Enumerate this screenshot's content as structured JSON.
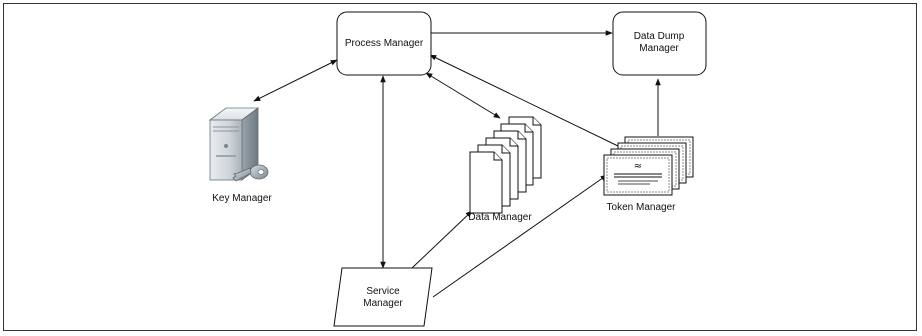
{
  "diagram": {
    "nodes": {
      "process_manager": "Process Manager",
      "data_dump_manager_line1": "Data Dump",
      "data_dump_manager_line2": "Manager",
      "key_manager": "Key Manager",
      "data_manager": "Data Manager",
      "token_manager": "Token Manager",
      "service_manager_line1": "Service",
      "service_manager_line2": "Manager"
    },
    "edges": [
      {
        "from": "Process Manager",
        "to": "Data Dump Manager",
        "direction": "one-way"
      },
      {
        "from": "Process Manager",
        "to": "Key Manager",
        "direction": "two-way"
      },
      {
        "from": "Process Manager",
        "to": "Service Manager",
        "direction": "two-way"
      },
      {
        "from": "Process Manager",
        "to": "Data Manager",
        "direction": "two-way"
      },
      {
        "from": "Token Manager",
        "to": "Process Manager",
        "direction": "one-way"
      },
      {
        "from": "Token Manager",
        "to": "Data Dump Manager",
        "direction": "one-way"
      },
      {
        "from": "Service Manager",
        "to": "Data Manager",
        "direction": "one-way"
      },
      {
        "from": "Service Manager",
        "to": "Token Manager",
        "direction": "one-way"
      }
    ]
  }
}
